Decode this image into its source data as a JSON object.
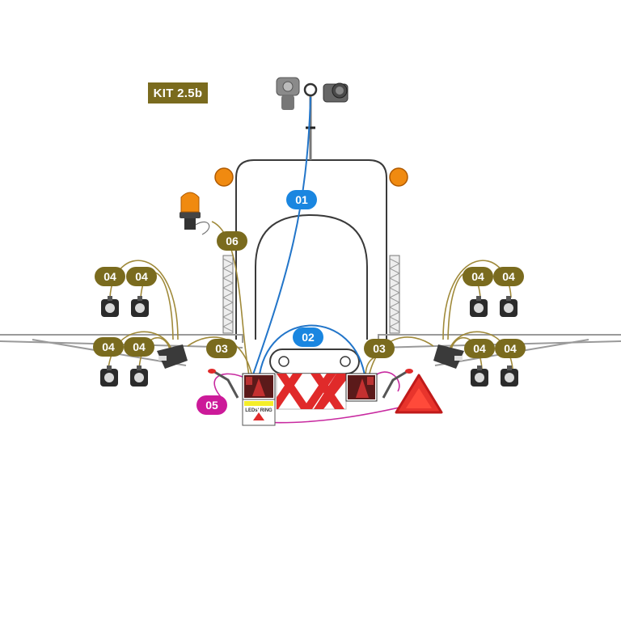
{
  "kit_label": "KIT 2.5b",
  "colors": {
    "olive": "#7a6b1e",
    "blue": "#1a86e0",
    "magenta": "#cc1a99",
    "frame": "#3a3a3a",
    "wire_tan": "#a08a3a",
    "wire_blue": "#2275c9",
    "wire_magenta": "#c82aa0",
    "warning_red": "#e02a2a",
    "amber": "#f08a10"
  },
  "callouts": {
    "c01": "01",
    "c02": "02",
    "c03_left": "03",
    "c03_right": "03",
    "c04": [
      "04",
      "04",
      "04",
      "04",
      "04",
      "04",
      "04",
      "04"
    ],
    "c05": "05",
    "c06": "06"
  },
  "plate_text": "LEDs' RING"
}
